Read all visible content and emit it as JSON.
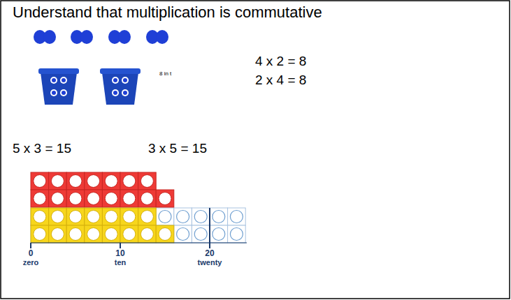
{
  "diagram": {
    "title": "Understand that multiplication is commutative",
    "labels": [
      "4 x 2 = 8",
      "2 x 4 = 8",
      "8 in t",
      "5 x 3 = 15",
      "3 x 5 = 15",
      "0",
      "zero",
      "10",
      "ten",
      "20",
      "twenty"
    ]
  }
}
